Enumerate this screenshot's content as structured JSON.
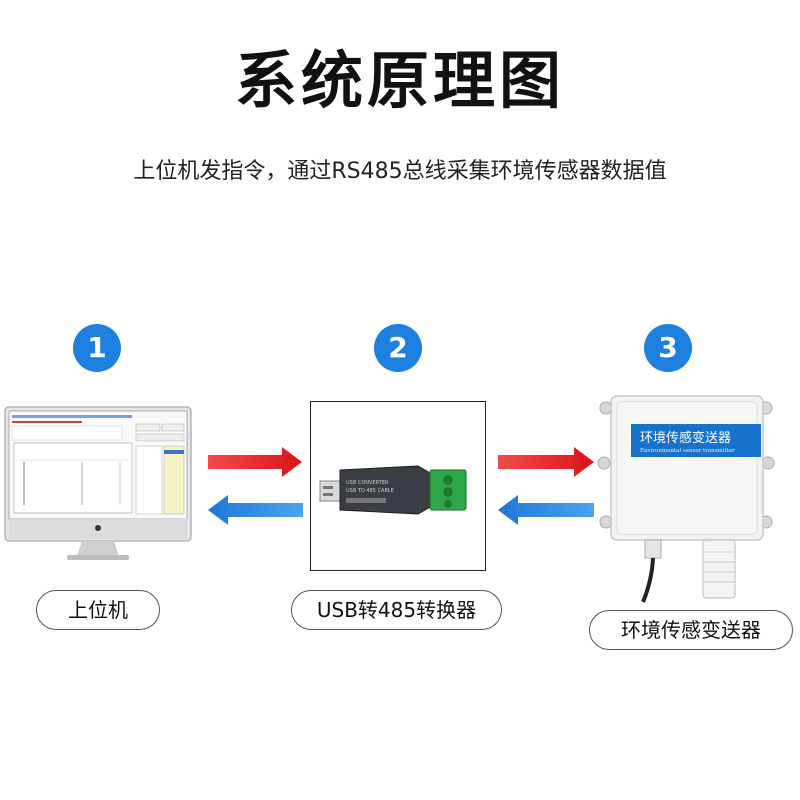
{
  "title": "系统原理图",
  "subtitle": "上位机发指令，通过RS485总线采集环境传感器数据值",
  "steps": [
    "1",
    "2",
    "3"
  ],
  "labels": {
    "computer": "上位机",
    "converter": "USB转485转换器",
    "sensor": "环境传感变送器"
  },
  "device_text": {
    "converter_line1": "USB CONVERTER",
    "converter_line2": "USB TO 485 CABLE",
    "sensor_title": "环境传感变送器",
    "sensor_subtitle": "Environmental sensor transmitter"
  },
  "colors": {
    "step_blue": "#1d7fe0",
    "arrow_red": "#e8252d",
    "arrow_blue": "#2b8ae6"
  }
}
